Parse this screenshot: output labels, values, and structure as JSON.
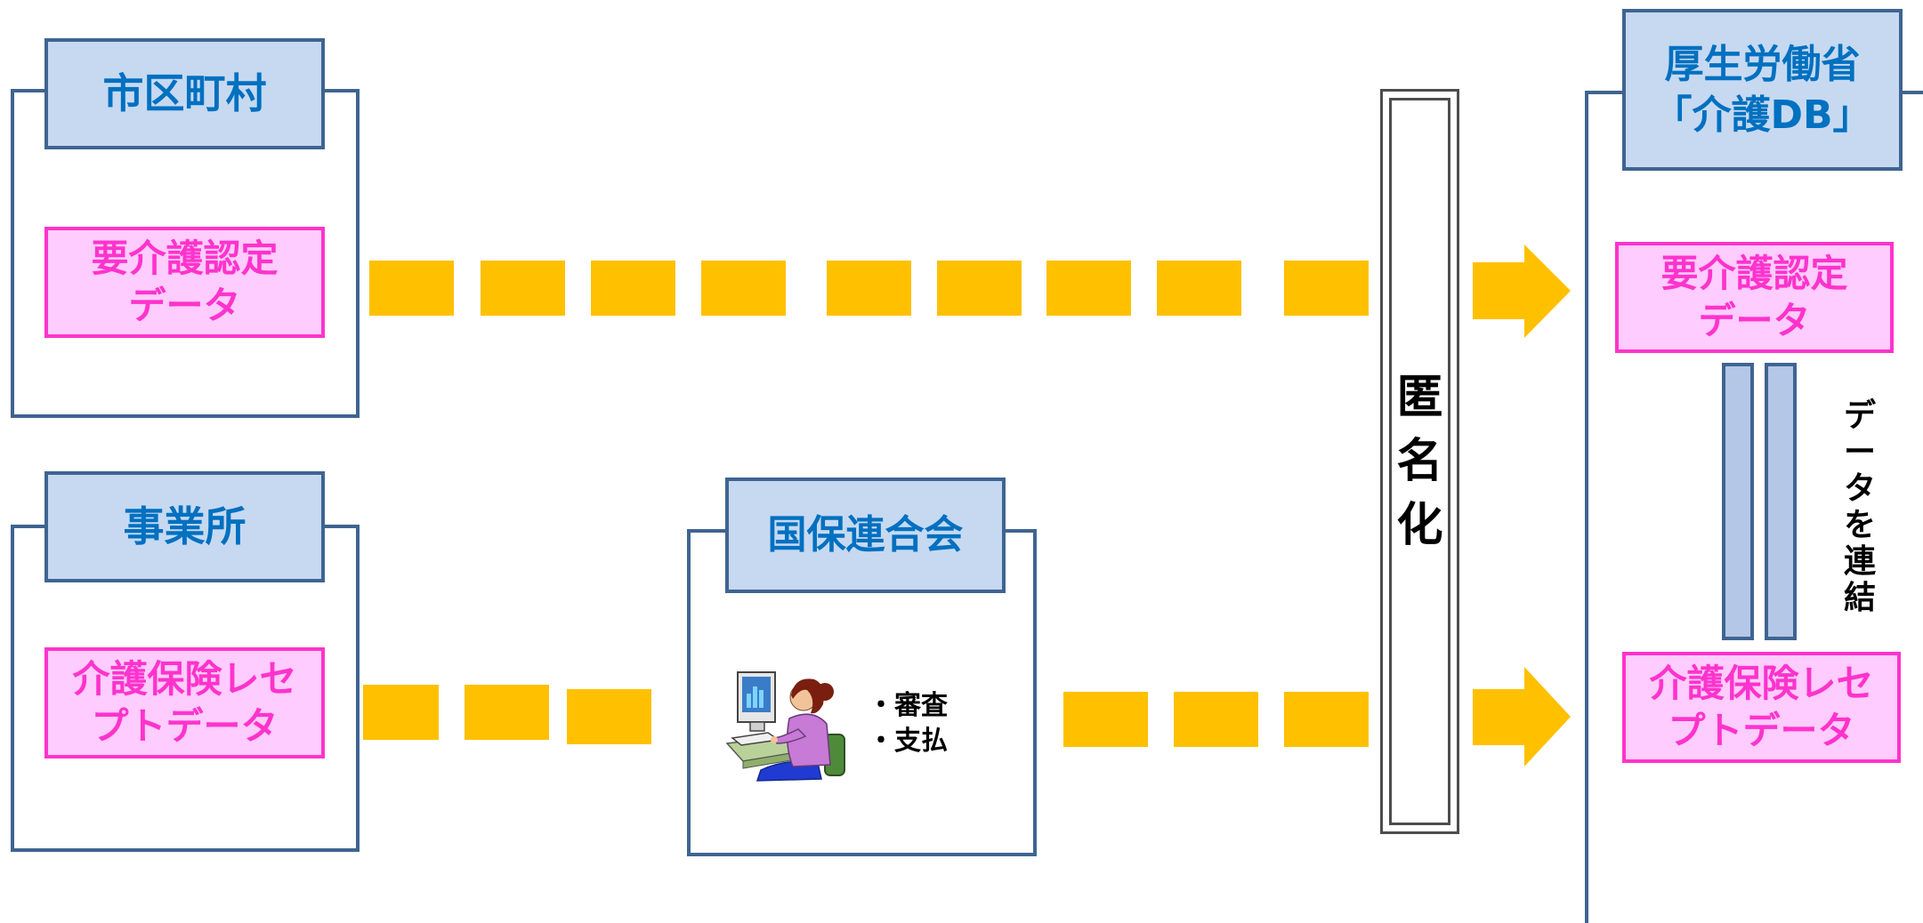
{
  "colors": {
    "frame": "#3f6491",
    "header_fill": "#c6d9f1",
    "header_text": "#0070c0",
    "data_fill": "#ffccff",
    "data_text": "#ff33cc",
    "arrow": "#ffc000"
  },
  "municipality": {
    "title": "市区町村",
    "data_line1": "要介護認定",
    "data_line2": "データ"
  },
  "office": {
    "title": "事業所",
    "data_line1": "介護保険レセ",
    "data_line2": "プトデータ"
  },
  "federation": {
    "title": "国保連合会",
    "task1": "・審査",
    "task2": "・支払",
    "icon": "person-at-computer-icon"
  },
  "anonymize": {
    "c1": "匿",
    "c2": "名",
    "c3": "化"
  },
  "mhlw": {
    "title_line1": "厚生労働省",
    "title_line2": "「介護DB」",
    "data1_line1": "要介護認定",
    "data1_line2": "データ",
    "data2_line1": "介護保険レセ",
    "data2_line2": "プトデータ",
    "link_chars": [
      "デ",
      "ー",
      "タ",
      "を",
      "連",
      "結"
    ]
  }
}
